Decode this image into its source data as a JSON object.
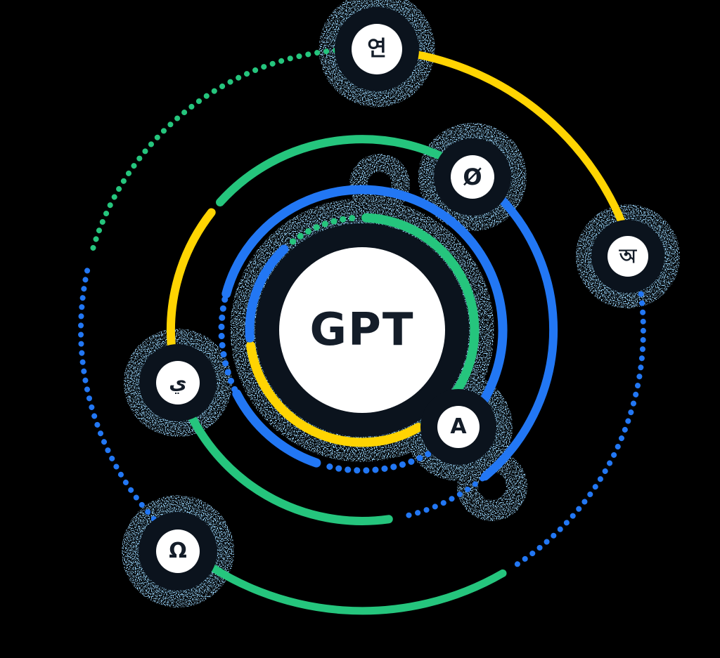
{
  "diagram": {
    "center_label": "GPT",
    "satellites": [
      {
        "label": "연",
        "script": "korean-hangul"
      },
      {
        "label": "Ø",
        "script": "norwegian-danish"
      },
      {
        "label": "অ",
        "script": "bengali"
      },
      {
        "label": "ي",
        "script": "arabic"
      },
      {
        "label": "A",
        "script": "latin"
      },
      {
        "label": "Ω",
        "script": "greek"
      }
    ],
    "colors": {
      "green": "#25c57d",
      "yellow": "#ffd402",
      "blue": "#2277f4",
      "halo": "#4fa0e0",
      "background": "#000000",
      "node-bg": "#ffffff",
      "node-text": "#141d29"
    }
  }
}
